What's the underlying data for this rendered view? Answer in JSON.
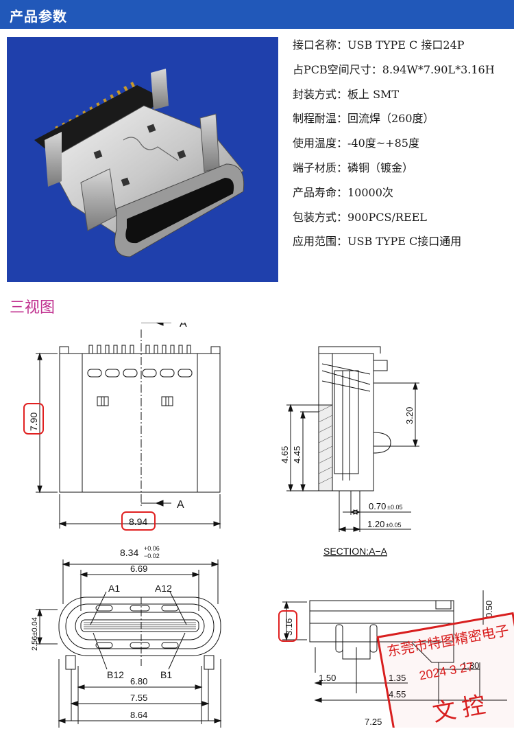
{
  "header": {
    "title": "产品参数"
  },
  "specs": [
    "接口名称：USB TYPE C 接口24P",
    "占PCB空间尺寸：8.94W*7.90L*3.16H",
    "封装方式：板上 SMT",
    "制程耐温：回流焊（260度）",
    "使用温度：-40度~+85度",
    "端子材质：磷铜（镀金）",
    "产品寿命：10000次",
    "包装方式：900PCS/REEL",
    "应用范围：USB TYPE C接口通用"
  ],
  "section_title": "三视图",
  "drawings": {
    "top_view": {
      "section_mark_top": "A",
      "section_mark_bottom": "A",
      "length": "7.90",
      "width": "8.94"
    },
    "side_view": {
      "dim_465": "4.65",
      "dim_445": "4.45",
      "dim_320": "3.20",
      "dim_070": "0.70",
      "tol_070": "±0.05",
      "dim_120": "1.20",
      "tol_120": "±0.05",
      "section_label": "SECTION:A−A"
    },
    "front_view": {
      "dim_834": "8.34",
      "tol_834_plus": "+0.06",
      "tol_834_minus": "−0.02",
      "dim_669": "6.69",
      "label_a1": "A1",
      "label_a12": "A12",
      "label_b12": "B12",
      "label_b1": "B1",
      "dim_256": "2.56±0.04",
      "dim_680": "6.80",
      "dim_755": "7.55",
      "dim_864": "8.64"
    },
    "profile_view": {
      "dim_316": "3.16",
      "dim_050": "0.50",
      "dim_150": "1.50",
      "dim_130": "1.30",
      "dim_135": "1.35",
      "dim_455": "4.55",
      "dim_725": "7.25"
    }
  },
  "stamp": {
    "line1": "东莞市特图精密电子",
    "line2": "2024 3 27",
    "line3": "文 控"
  },
  "colors": {
    "header_bg": "#2158b9",
    "photo_bg": "#1f40ac",
    "section_title": "#c0308f",
    "highlight": "#e02020",
    "stamp": "#d81e1e"
  }
}
